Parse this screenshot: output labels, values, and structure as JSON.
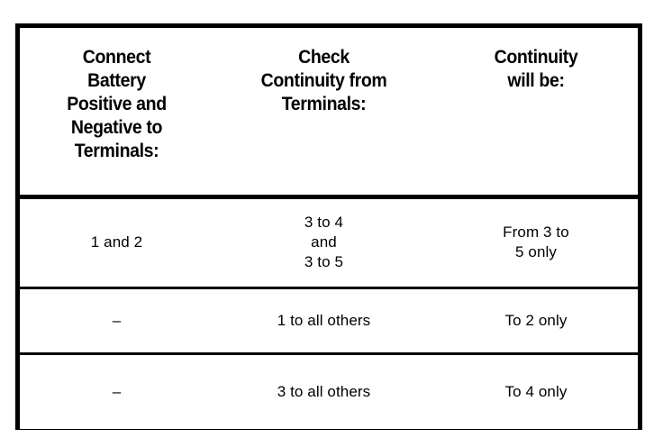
{
  "page": {
    "background_color": "#ffffff",
    "border_color": "#000000",
    "text_color": "#000000"
  },
  "table": {
    "name": "continuity-check-table",
    "columns": [
      {
        "key": "connect",
        "header": "Connect\nBattery\nPositive and\nNegative to\nTerminals:"
      },
      {
        "key": "check",
        "header": "Check\nContinuity from\nTerminals:"
      },
      {
        "key": "result",
        "header": "Continuity\nwill be:"
      }
    ],
    "rows": [
      {
        "connect": "1 and 2",
        "check": "3 to 4\nand\n3 to 5",
        "result": "From 3 to\n5 only"
      },
      {
        "connect": "–",
        "check": "1 to all others",
        "result": "To 2 only"
      },
      {
        "connect": "–",
        "check": "3 to all others",
        "result": "To 4 only"
      }
    ]
  }
}
